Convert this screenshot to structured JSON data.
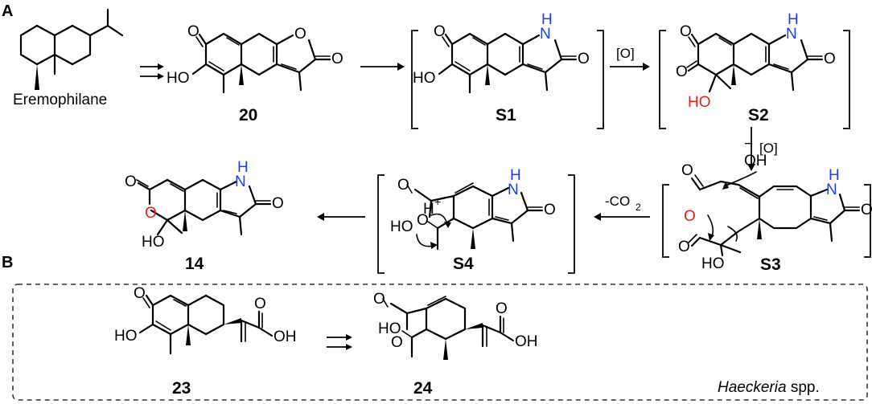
{
  "panels": {
    "a": "A",
    "b": "B"
  },
  "compounds": {
    "eremophilane": "Eremophilane",
    "c20": "20",
    "s1": "S1",
    "s2": "S2",
    "s3": "S3",
    "s4": "S4",
    "c14": "14",
    "c23": "23",
    "c24": "24"
  },
  "atoms": {
    "O": "O",
    "HO": "HO",
    "OH": "OH",
    "NH_H": "H",
    "N": "N",
    "Hplus": "H",
    "plus": "+",
    "minus": "−"
  },
  "conditions": {
    "ox1": "[O]",
    "ox2": "[O]",
    "decarb": "-CO",
    "decarb_sub": "2"
  },
  "genus": {
    "name": "Haeckeria",
    "suffix": " spp."
  },
  "colors": {
    "oxygen_red": "#e8201c",
    "nitrogen_blue": "#1a3dff"
  }
}
